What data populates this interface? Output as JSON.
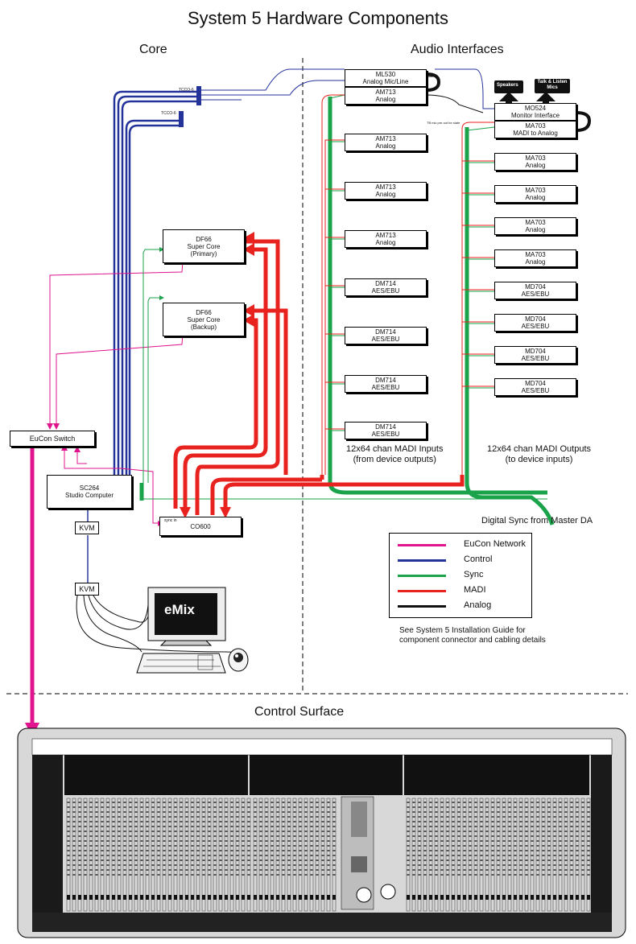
{
  "title": "System 5 Hardware Components",
  "sections": {
    "core": "Core",
    "audio_interfaces": "Audio Interfaces",
    "control_surface": "Control Surface"
  },
  "core_units": {
    "df66_primary": [
      "DF66",
      "Super Core",
      "(Primary)"
    ],
    "df66_backup": [
      "DF66",
      "Super Core",
      "(Backup)"
    ],
    "eucon_switch": "EuCon Switch",
    "sc264": [
      "SC264",
      "Studio Computer"
    ],
    "kvm_top": "KVM",
    "kvm_bottom": "KVM",
    "co600": "CO600",
    "co600_sync_in": "sync in",
    "tc_label_1": "TCCO-6",
    "tc_label_2": "TCCO-6",
    "emix": "eMix"
  },
  "audio_left": [
    {
      "name": "ML530",
      "type": "Analog Mic/Line"
    },
    {
      "name": "AM713",
      "type": "Analog"
    },
    {
      "name": "AM713",
      "type": "Analog"
    },
    {
      "name": "AM713",
      "type": "Analog"
    },
    {
      "name": "AM713",
      "type": "Analog"
    },
    {
      "name": "DM714",
      "type": "AES/EBU"
    },
    {
      "name": "DM714",
      "type": "AES/EBU"
    },
    {
      "name": "DM714",
      "type": "AES/EBU"
    },
    {
      "name": "DM714",
      "type": "AES/EBU"
    }
  ],
  "audio_right": [
    {
      "name": "MO524",
      "type": "Monitor Interface"
    },
    {
      "name": "MA703",
      "type": "MADI to Analog"
    },
    {
      "name": "MA703",
      "type": "Analog"
    },
    {
      "name": "MA703",
      "type": "Analog"
    },
    {
      "name": "MA703",
      "type": "Analog"
    },
    {
      "name": "MA703",
      "type": "Analog"
    },
    {
      "name": "MD704",
      "type": "AES/EBU"
    },
    {
      "name": "MD704",
      "type": "AES/EBU"
    },
    {
      "name": "MD704",
      "type": "AES/EBU"
    },
    {
      "name": "MD704",
      "type": "AES/EBU"
    }
  ],
  "monitor_labels": {
    "speakers": "Speakers",
    "talk_listen": "Talk & Listen Mics",
    "tb_note": "TB mic pre out for slate"
  },
  "annotations": {
    "madi_inputs": [
      "12x64 chan MADI Inputs",
      "(from device outputs)"
    ],
    "madi_outputs": [
      "12x64 chan MADI Outputs",
      "(to device inputs)"
    ],
    "digital_sync": "Digital Sync from Master DA",
    "install_note": "See System 5 Installation Guide for component connector and cabling details"
  },
  "legend": [
    {
      "label": "EuCon Network",
      "color": "#e0148c"
    },
    {
      "label": "Control",
      "color": "#23339a"
    },
    {
      "label": "Sync",
      "color": "#1aa34a"
    },
    {
      "label": "MADI",
      "color": "#e8231f"
    },
    {
      "label": "Analog",
      "color": "#111111"
    }
  ],
  "colors": {
    "eucon": "#e0148c",
    "control": "#23339a",
    "sync": "#1aa34a",
    "madi": "#e8231f",
    "analog": "#111111"
  }
}
